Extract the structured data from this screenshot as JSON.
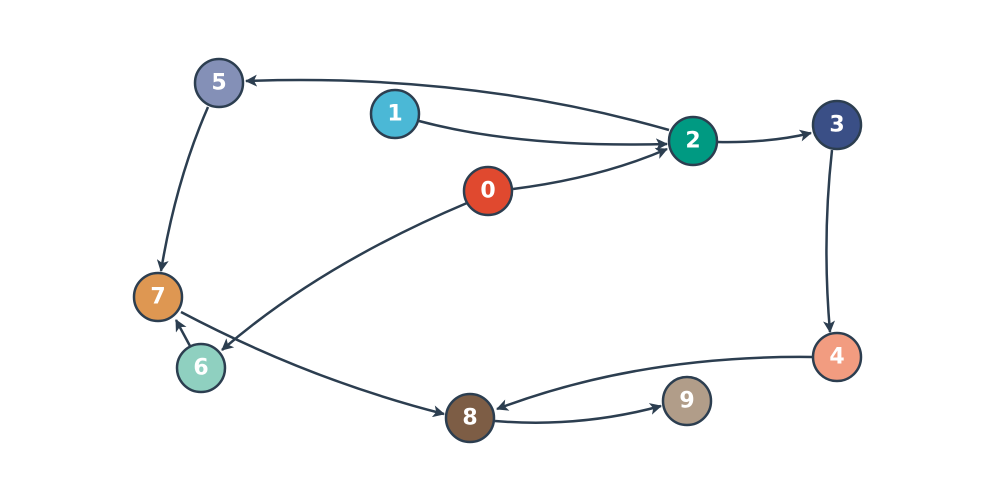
{
  "graph": {
    "edge_color": "#2c3e50",
    "node_stroke": "#2c3e50",
    "nodes": [
      {
        "id": "0",
        "label": "0",
        "color": "#e0492f"
      },
      {
        "id": "1",
        "label": "1",
        "color": "#4bb8d6"
      },
      {
        "id": "2",
        "label": "2",
        "color": "#009a82"
      },
      {
        "id": "3",
        "label": "3",
        "color": "#3a4f86"
      },
      {
        "id": "4",
        "label": "4",
        "color": "#f29c80"
      },
      {
        "id": "5",
        "label": "5",
        "color": "#8490b7"
      },
      {
        "id": "6",
        "label": "6",
        "color": "#8fd0c0"
      },
      {
        "id": "7",
        "label": "7",
        "color": "#de9752"
      },
      {
        "id": "8",
        "label": "8",
        "color": "#7d5d45"
      },
      {
        "id": "9",
        "label": "9",
        "color": "#b19d89"
      }
    ],
    "edges": [
      {
        "from": "0",
        "to": "2"
      },
      {
        "from": "0",
        "to": "6"
      },
      {
        "from": "1",
        "to": "2"
      },
      {
        "from": "2",
        "to": "3"
      },
      {
        "from": "2",
        "to": "5"
      },
      {
        "from": "3",
        "to": "4"
      },
      {
        "from": "4",
        "to": "8"
      },
      {
        "from": "5",
        "to": "7"
      },
      {
        "from": "6",
        "to": "7"
      },
      {
        "from": "7",
        "to": "8"
      },
      {
        "from": "8",
        "to": "9"
      }
    ]
  }
}
